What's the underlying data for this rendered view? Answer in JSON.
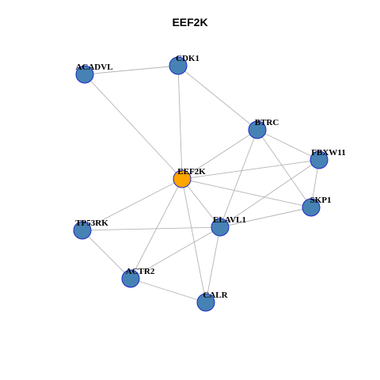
{
  "title": "EEF2K",
  "colors": {
    "default_node": "#4682b4",
    "highlight_node": "#ffa500",
    "node_border": "#1e28c8",
    "edge": "#b4b4b4"
  },
  "graph": {
    "nodes": [
      {
        "id": "ACADVL",
        "label": "ACADVL",
        "highlight": false
      },
      {
        "id": "CDK1",
        "label": "CDK1",
        "highlight": false
      },
      {
        "id": "BTRC",
        "label": "BTRC",
        "highlight": false
      },
      {
        "id": "FBXW11",
        "label": "FBXW11",
        "highlight": false
      },
      {
        "id": "EEF2K",
        "label": "EEF2K",
        "highlight": true
      },
      {
        "id": "SKP1",
        "label": "SKP1",
        "highlight": false
      },
      {
        "id": "TP53RK",
        "label": "TP53RK",
        "highlight": false
      },
      {
        "id": "ELAVL1",
        "label": "ELAVL1",
        "highlight": false
      },
      {
        "id": "ACTR2",
        "label": "ACTR2",
        "highlight": false
      },
      {
        "id": "CALR",
        "label": "CALR",
        "highlight": false
      }
    ],
    "edges": [
      [
        "ACADVL",
        "CDK1"
      ],
      [
        "ACADVL",
        "EEF2K"
      ],
      [
        "CDK1",
        "BTRC"
      ],
      [
        "CDK1",
        "EEF2K"
      ],
      [
        "BTRC",
        "EEF2K"
      ],
      [
        "BTRC",
        "FBXW11"
      ],
      [
        "BTRC",
        "SKP1"
      ],
      [
        "BTRC",
        "ELAVL1"
      ],
      [
        "FBXW11",
        "EEF2K"
      ],
      [
        "FBXW11",
        "SKP1"
      ],
      [
        "FBXW11",
        "ELAVL1"
      ],
      [
        "EEF2K",
        "SKP1"
      ],
      [
        "EEF2K",
        "ELAVL1"
      ],
      [
        "EEF2K",
        "TP53RK"
      ],
      [
        "EEF2K",
        "ACTR2"
      ],
      [
        "EEF2K",
        "CALR"
      ],
      [
        "SKP1",
        "ELAVL1"
      ],
      [
        "TP53RK",
        "ELAVL1"
      ],
      [
        "TP53RK",
        "ACTR2"
      ],
      [
        "ELAVL1",
        "ACTR2"
      ],
      [
        "ELAVL1",
        "CALR"
      ],
      [
        "ACTR2",
        "CALR"
      ]
    ]
  }
}
